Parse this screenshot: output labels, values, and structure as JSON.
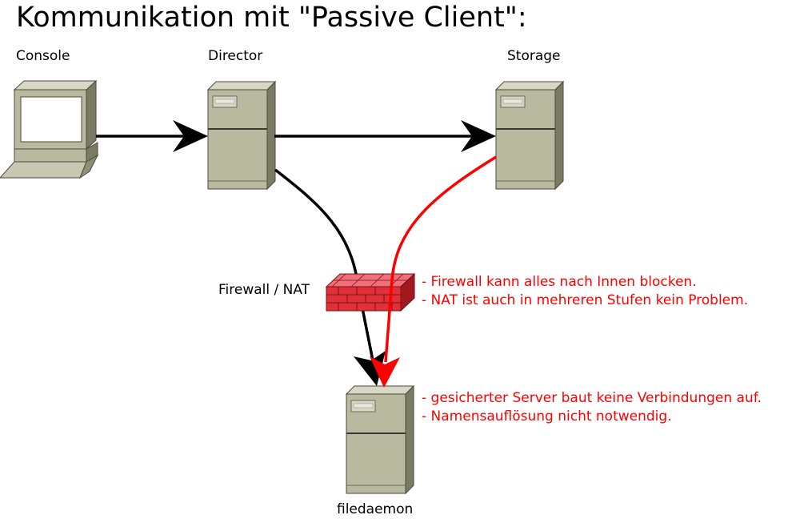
{
  "title": "Kommunikation mit \"Passive Client\":",
  "nodes": {
    "console": "Console",
    "director": "Director",
    "storage": "Storage",
    "firewall": "Firewall / NAT",
    "filedaemon": "filedaemon"
  },
  "firewall_notes": [
    "- Firewall kann alles nach Innen blocken.",
    "- NAT ist auch in mehreren Stufen kein Problem."
  ],
  "client_notes": [
    "- gesicherter Server baut keine Verbindungen auf.",
    "- Namensauflösung nicht notwendig."
  ],
  "colors": {
    "text": "#000000",
    "note": "#ff0000",
    "server_body": "#b9b9a0",
    "server_side": "#7b7b63",
    "firewall_red": "#e0303a"
  }
}
